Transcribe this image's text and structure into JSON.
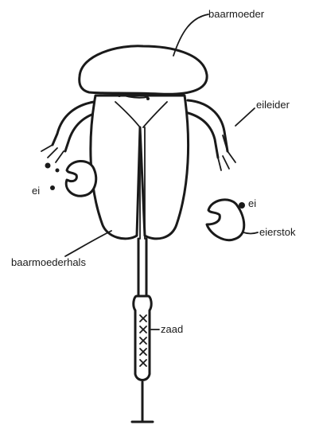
{
  "labels": {
    "uterus": "baarmoeder",
    "oviduct": "eileider",
    "egg_left": "ei",
    "egg_right": "ei",
    "ovary": "eierstok",
    "cervix": "baarmoederhals",
    "sperm": "zaad"
  },
  "colors": {
    "ink": "#1a1a1a",
    "background": "#ffffff"
  }
}
